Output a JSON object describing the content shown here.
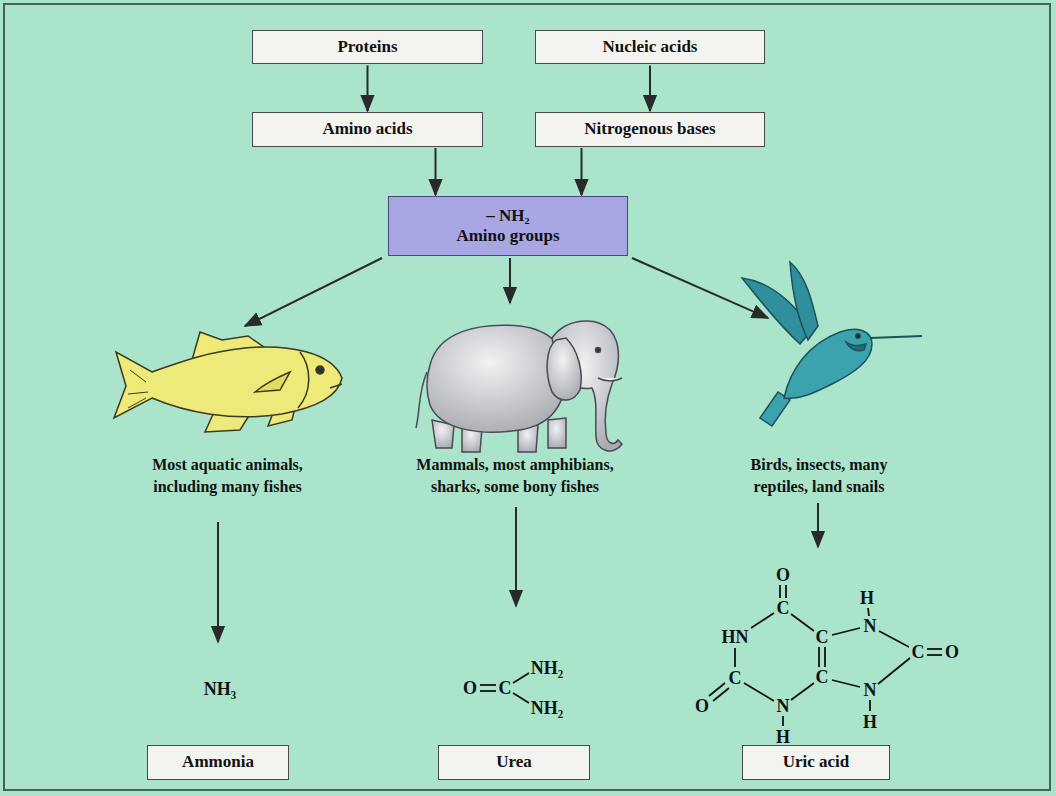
{
  "diagram": {
    "nodes": [
      {
        "text": [
          "Proteins"
        ]
      },
      {
        "text": [
          "Nucleic acids"
        ]
      },
      {
        "text": [
          "Amino acids"
        ]
      },
      {
        "text": [
          "Nitrogenous bases"
        ]
      },
      {
        "text": [
          "– NH₂",
          "Amino groups"
        ]
      },
      {
        "text": [
          "Ammonia"
        ]
      },
      {
        "text": [
          "Urea"
        ]
      },
      {
        "text": [
          "Uric acid"
        ]
      }
    ],
    "edges": [
      {
        "from": 0,
        "to": 2,
        "arrow": "to"
      },
      {
        "from": 1,
        "to": 3,
        "arrow": "to"
      },
      {
        "from": 2,
        "to": 4,
        "arrow": "to"
      },
      {
        "from": 3,
        "to": 4,
        "arrow": "to"
      }
    ],
    "labels": [
      "Most aquatic animals, including many fishes",
      "Mammals, most amphibians, sharks, some bony fishes",
      "Birds, insects, many reptiles, land snails",
      "NH₃",
      "O",
      "C",
      "NH₂",
      "NH₂",
      "O",
      "H",
      "C",
      "N",
      "HN",
      "C",
      "C",
      "O",
      "C",
      "C",
      "N",
      "O",
      "N",
      "H",
      "H"
    ]
  }
}
